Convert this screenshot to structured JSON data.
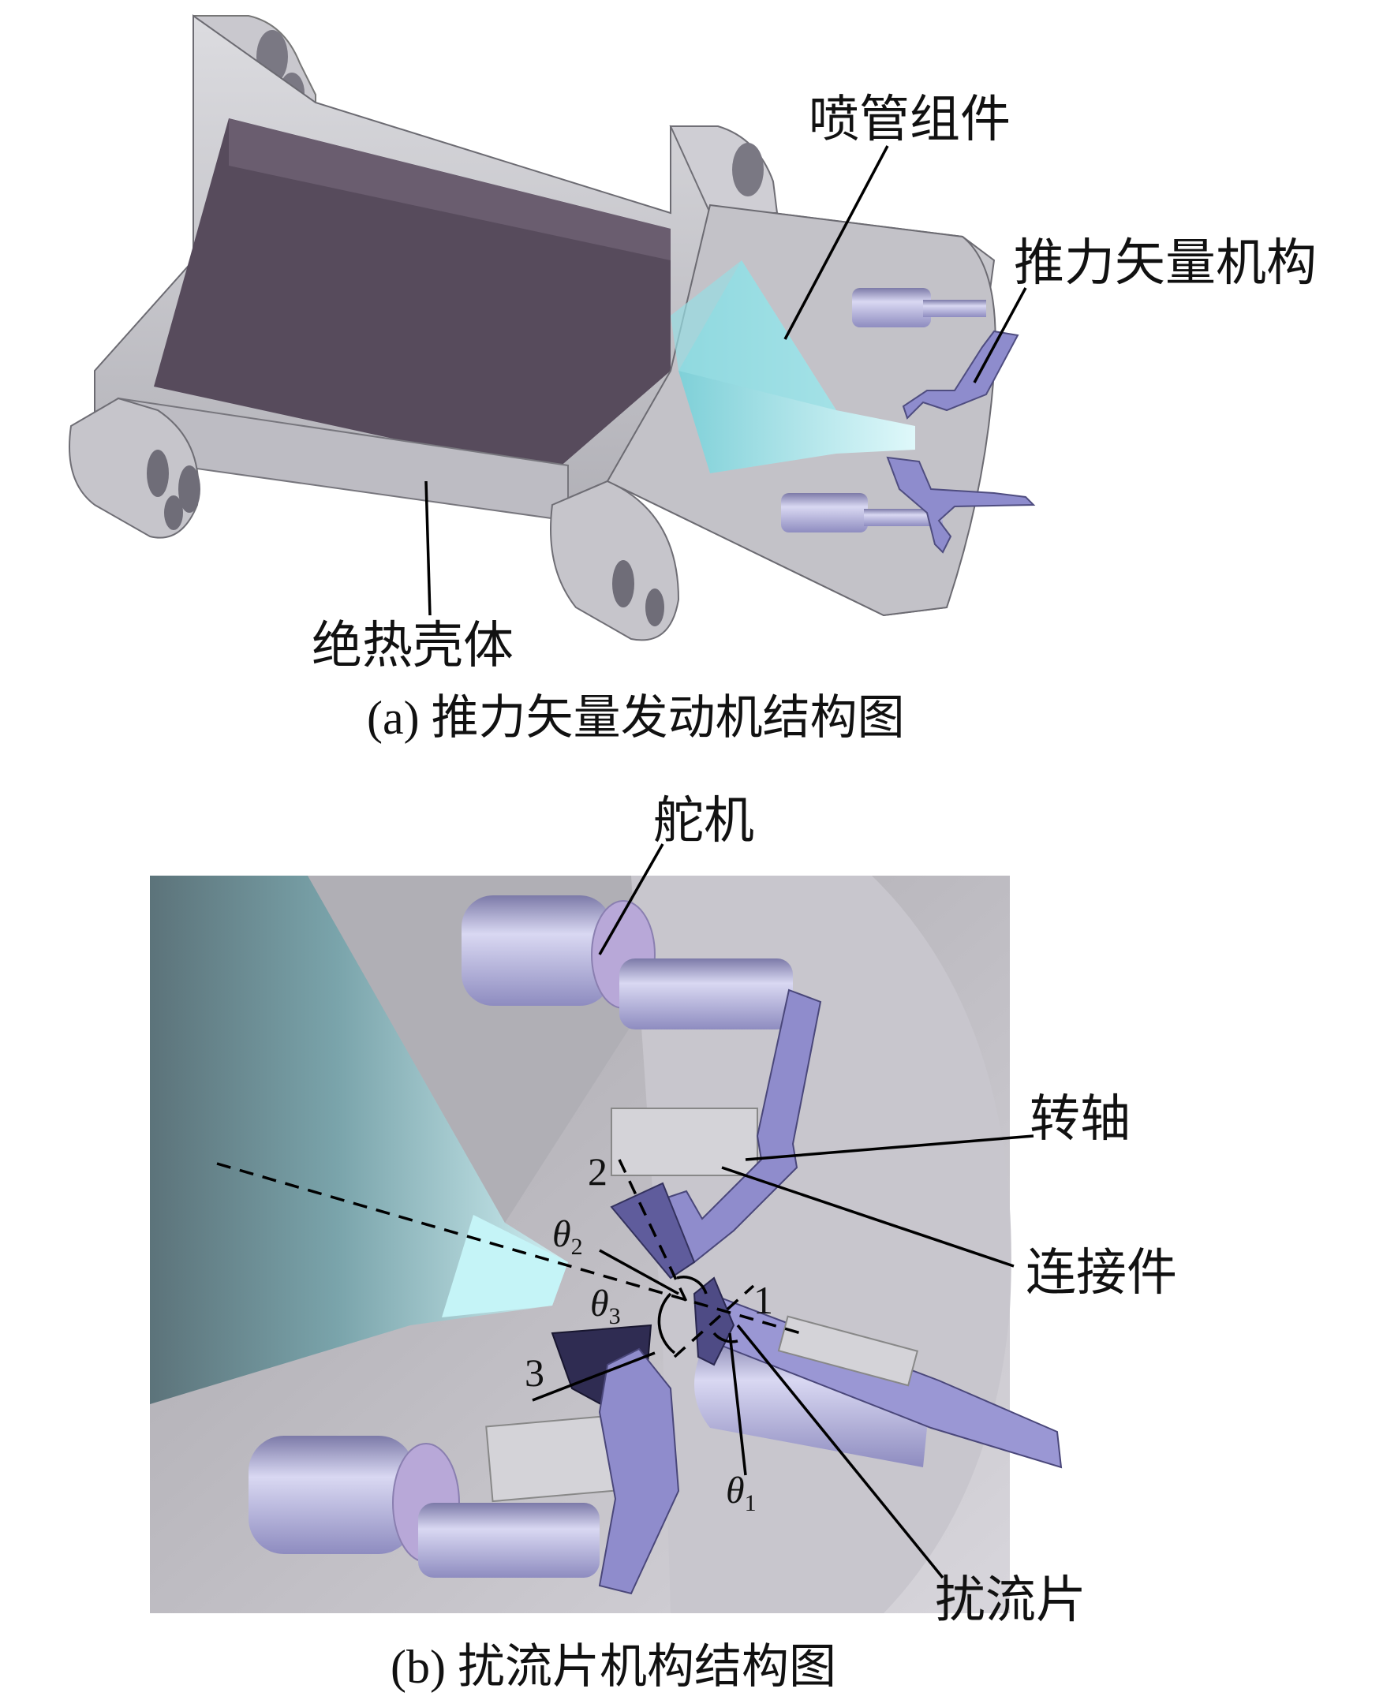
{
  "panel_a": {
    "caption": "(a) 推力矢量发动机结构图",
    "labels": {
      "nozzle_assembly": "喷管组件",
      "thrust_vector_mechanism": "推力矢量机构",
      "insulated_shell": "绝热壳体"
    }
  },
  "panel_b": {
    "caption": "(b) 扰流片机构结构图",
    "labels": {
      "servo": "舵机",
      "shaft": "转轴",
      "connector": "连接件",
      "spoiler": "扰流片"
    },
    "numbers": {
      "n1": "1",
      "n2": "2",
      "n3": "3"
    },
    "angles": {
      "theta1": {
        "symbol": "θ",
        "sub": "1"
      },
      "theta2": {
        "symbol": "θ",
        "sub": "2"
      },
      "theta3": {
        "symbol": "θ",
        "sub": "3"
      }
    }
  },
  "colors": {
    "shell_gray": "#c8c8cc",
    "shell_dark": "#8e8d95",
    "liner_purple": "#574b5c",
    "nozzle_cyan": "#b7eef2",
    "mechanism_lavender": "#9a98d6"
  }
}
